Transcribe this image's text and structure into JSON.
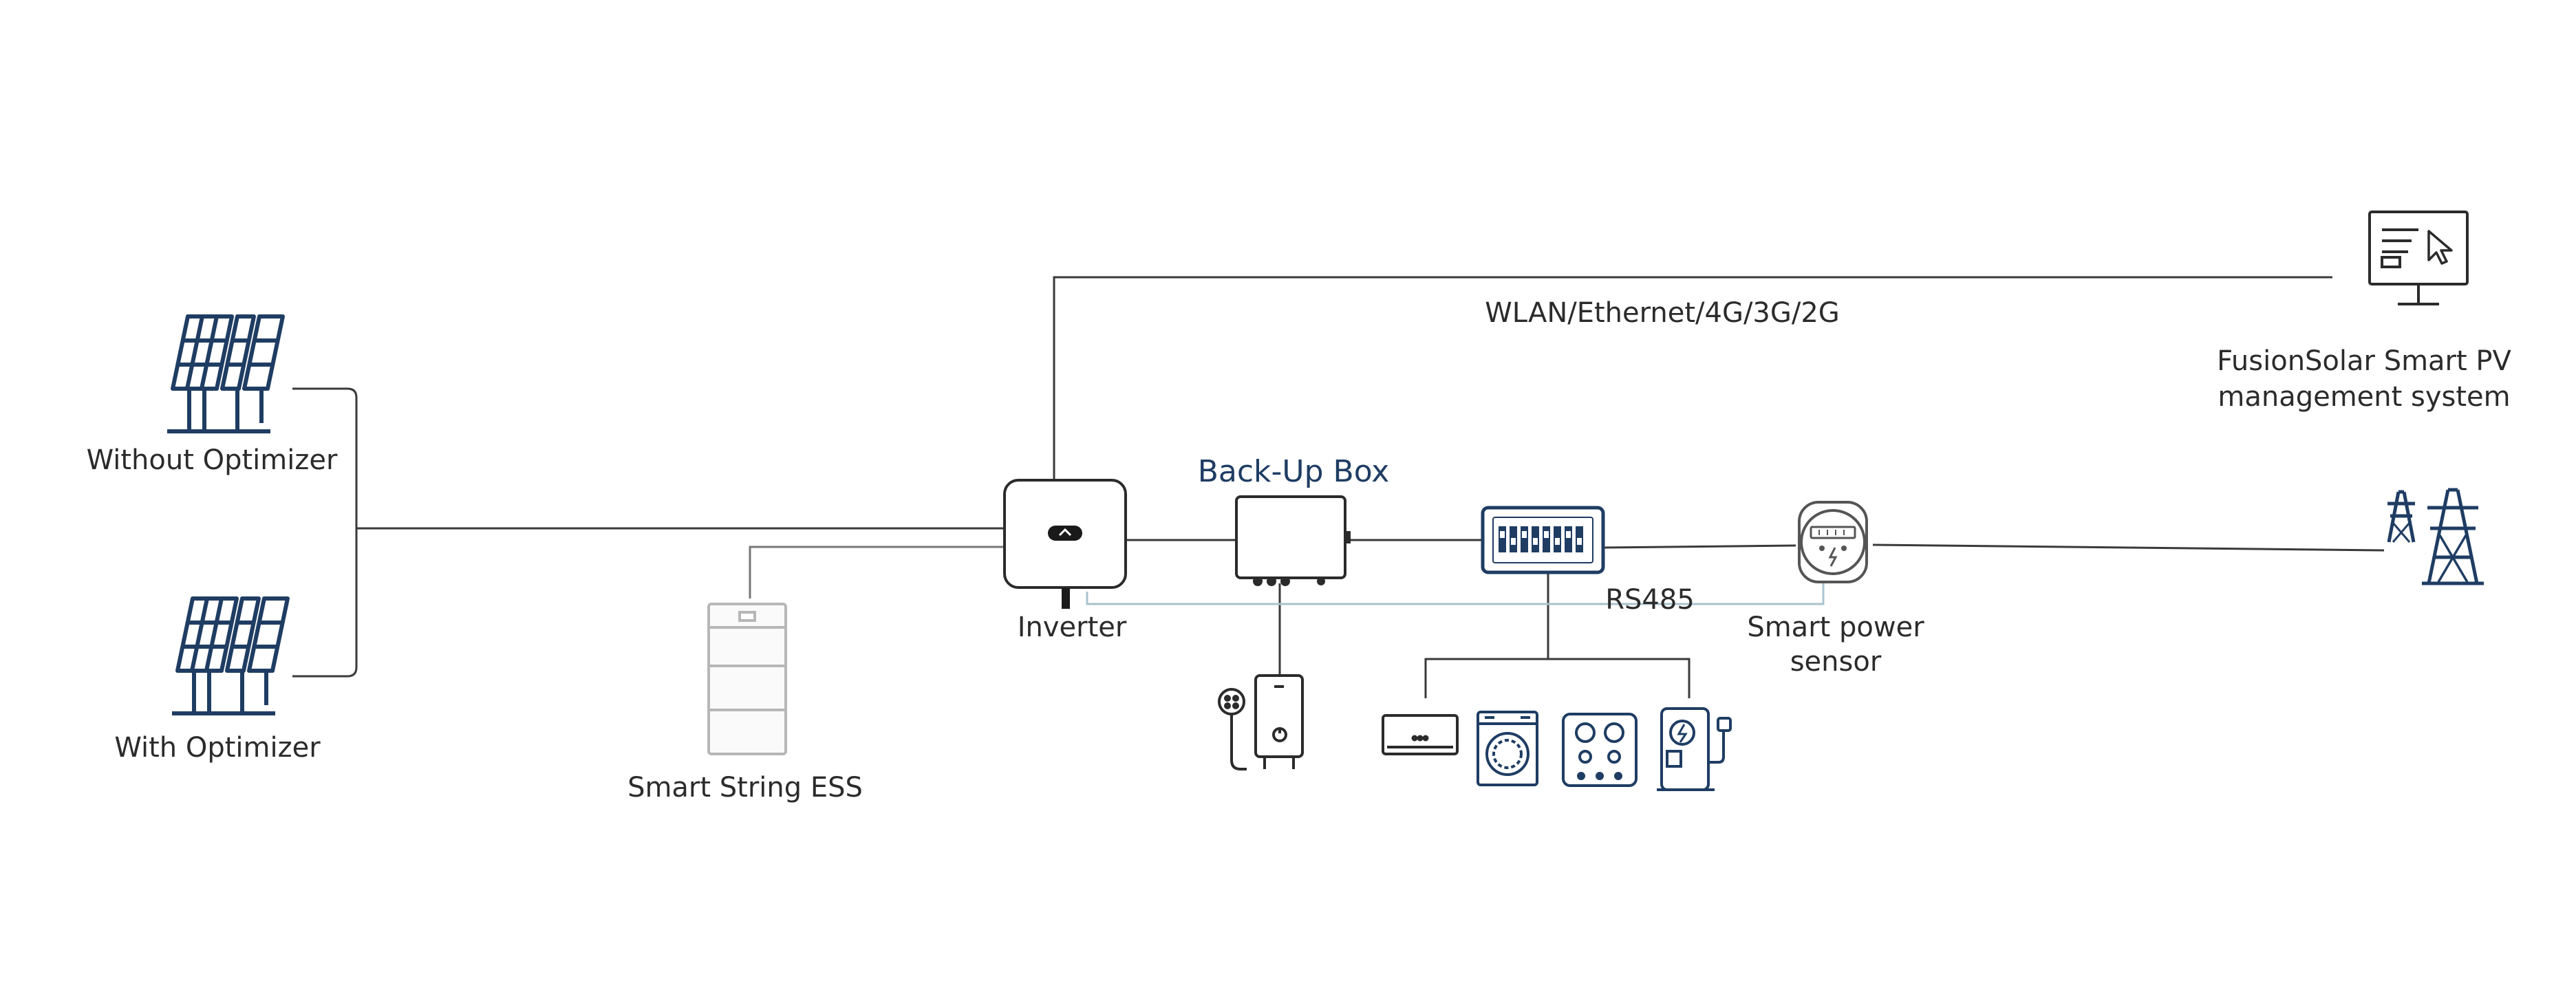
{
  "labels": {
    "without_optimizer": "Without Optimizer",
    "with_optimizer": "With Optimizer",
    "smart_string_ess": "Smart String ESS",
    "inverter": "Inverter",
    "backup_box": "Back-Up Box",
    "network": "WLAN/Ethernet/4G/3G/2G",
    "rs485": "RS485",
    "smart_power_sensor_line1": "Smart power",
    "smart_power_sensor_line2": "sensor",
    "fusionsolar_line1": "FusionSolar Smart PV",
    "fusionsolar_line2": "management system"
  },
  "colors": {
    "line": "#3a3a3a",
    "light_line": "#a9c3cf",
    "icon_navy": "#1f3d63",
    "outline": "#2b2b2b",
    "ess_gray": "#b7b7b7"
  },
  "icons": {
    "solar_panels": "solar-panel-icon",
    "ess": "battery-cabinet-icon",
    "inverter": "inverter-icon",
    "backup_box": "backup-box-icon",
    "water_heater": "water-heater-icon",
    "distribution_board": "distribution-board-icon",
    "air_conditioner": "air-conditioner-icon",
    "washing_machine": "washing-machine-icon",
    "cooktop": "cooktop-icon",
    "ev_charger": "ev-charger-icon",
    "meter": "power-meter-icon",
    "monitor": "monitor-icon",
    "grid": "transmission-tower-icon"
  }
}
